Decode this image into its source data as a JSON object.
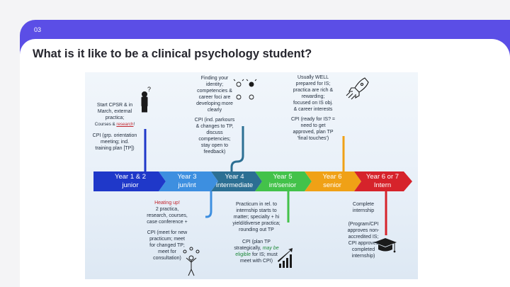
{
  "slide": {
    "number": "03",
    "title": "What is it like to be a clinical psychology student?"
  },
  "colors": {
    "header": "#5b4ee6",
    "year12": "#1f38c9",
    "year3": "#3d8fe0",
    "year4": "#2c6f93",
    "year5": "#43c24a",
    "year6": "#f0a116",
    "year7": "#d6232b"
  },
  "timeline": {
    "segments": [
      {
        "line1": "Year 1 & 2",
        "line2": "junior"
      },
      {
        "line1": "Year 3",
        "line2": "jun/int"
      },
      {
        "line1": "Year 4",
        "line2": "intermediate"
      },
      {
        "line1": "Year 5",
        "line2": "int/senior"
      },
      {
        "line1": "Year 6",
        "line2": "senior"
      },
      {
        "line1": "Year 6 or 7",
        "line2": "Intern"
      }
    ]
  },
  "notes": {
    "y12_top": {
      "l1": "Start CPSR & in",
      "l2": "March, external",
      "l3": "practica;",
      "l4a": "Courses & ",
      "l4b": "research",
      "l4c": "!",
      "l5": "CPI (grp. orientation",
      "l6": "meeting; ind.",
      "l7": "training plan [TP])"
    },
    "y4_top": {
      "l1": "Finding your",
      "l2": "identity;",
      "l3": "competencies &",
      "l4": "career foci are",
      "l5": "developing more",
      "l6": "clearly",
      "l7": "CPI (ind. parkours",
      "l8": "& changes to TP,",
      "l9": "discuss",
      "l10": "competencies;",
      "l11": "stay open to",
      "l12": "feedback)"
    },
    "y6_top": {
      "l1": "Usually WELL",
      "l2": "prepared for IS;",
      "l3": "practica are rich &",
      "l4": "rewarding;",
      "l5": "focused on IS obj.",
      "l6": "& career interests",
      "l7": "CPI (ready for IS? =",
      "l8": "need to get",
      "l9": "approved, plan TP",
      "l10": "'final touches')"
    },
    "y3_bottom": {
      "l1": "Heating up!",
      "l2": "2 practica,",
      "l3": "research, courses,",
      "l4": "case conference +",
      "l5": "CPI (meet for new",
      "l6": "practicum; meet",
      "l7": "for changed TP;",
      "l8": "meet for",
      "l9": "consultation)"
    },
    "y5_bottom": {
      "l1": "Practicum in rel. to",
      "l2": "internship starts to",
      "l3": "matter; specialty + hi",
      "l4": "yield/diverse practica;",
      "l5": "rounding out TP",
      "l6": "CPI (plan TP",
      "l7a": "strategically, ",
      "l7b": "may be",
      "l8a": "eligible",
      "l8b": " for IS; must",
      "l9": "meet with CPI)"
    },
    "y7_bottom": {
      "l1": "Complete",
      "l2": "internship",
      "l3": "(Program/CPI",
      "l4": "approves non-",
      "l5": "accredited IS;",
      "l6": "CPI approves",
      "l7": "completed",
      "l8": "internship)"
    }
  },
  "icons": [
    "question-person-icon",
    "lightbulbs-icon",
    "rocket-icon",
    "juggling-person-icon",
    "bar-growth-icon",
    "graduation-cap-icon"
  ]
}
